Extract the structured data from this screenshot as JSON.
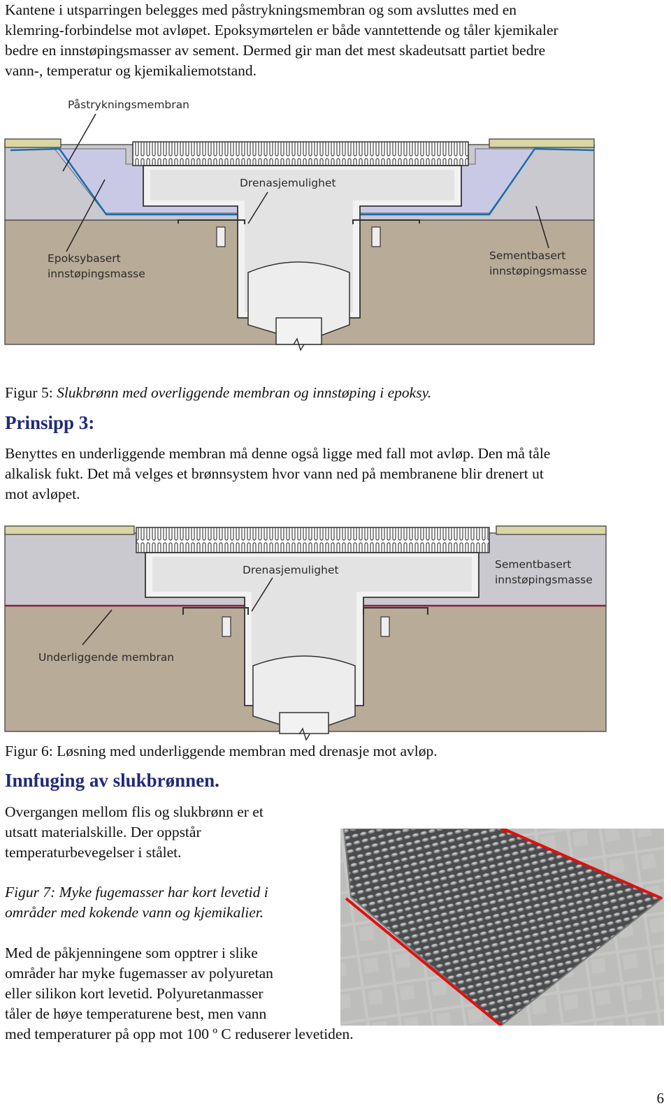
{
  "intro": {
    "lines": [
      "Kantene i utsparringen  belegges med påstrykningsmembran og som avsluttes  med en",
      "klemring-forbindelse mot  avløpet. Epoksymørtelen er både vanntettende og tåler kjemikaler",
      "bedre en innstøpingsmasser av sement. Dermed gir man det mest skadeutsatt partiet bedre",
      "vann-, temperatur og kjemikaliemotstand."
    ]
  },
  "figure5": {
    "labels": {
      "membrane": "Påstrykningsmembran",
      "drainage": "Drenasjemulighet",
      "epoxy_1": "Epoksybasert",
      "epoxy_2": "innstøpingsmasse",
      "cement_1": "Sementbasert",
      "cement_2": "innstøpingsmasse"
    },
    "caption_prefix": "Figur 5: ",
    "caption_text": "Slukbrønn med overliggende membran og  innstøping i epoksy."
  },
  "principle3": {
    "heading": "Prinsipp 3:",
    "lines": [
      "Benyttes en underliggende membran må denne også ligge med fall mot avløp. Den må tåle",
      "alkalisk fukt.  Det må  velges et brønnsystem hvor vann ned på membranene blir drenert ut",
      "mot avløpet."
    ]
  },
  "figure6": {
    "labels": {
      "drainage": "Drenasjemulighet",
      "cement_1": "Sementbasert",
      "cement_2": "innstøpingsmasse",
      "membrane": "Underliggende membran"
    },
    "caption": "Figur 6: Løsning med underliggende membran med drenasje mot avløp."
  },
  "section": {
    "heading": "Innfuging av slukbrønnen.",
    "lines1": [
      "Overgangen mellom flis og slukbrønn er et",
      "utsatt materialskille. Der oppstår",
      "temperaturbevegelser i stålet."
    ],
    "figure7_lines": [
      "Figur 7: Myke fugemasser har kort levetid  i",
      "områder med kokende vann og kjemikalier."
    ],
    "lines2": [
      "Med de påkjenningene som opptrer i slike",
      "områder har myke fugemasser av polyuretan",
      "eller silikon kort levetid. Polyuretanmasser",
      "tåler de høye temperaturene best, men vann",
      "med temperaturer på opp mot 100 º C  reduserer levetiden."
    ]
  },
  "page_number": "6",
  "colors": {
    "heading": "#1f2a7a",
    "epoxy": "#c9c9e6",
    "cement": "#b8ab98",
    "concrete_top": "#c9c9cf",
    "tile": "#d9d6a4",
    "membrane_blue": "#1a6fa8",
    "membrane_red": "#8a1f4a",
    "seal_red": "#e01010"
  }
}
